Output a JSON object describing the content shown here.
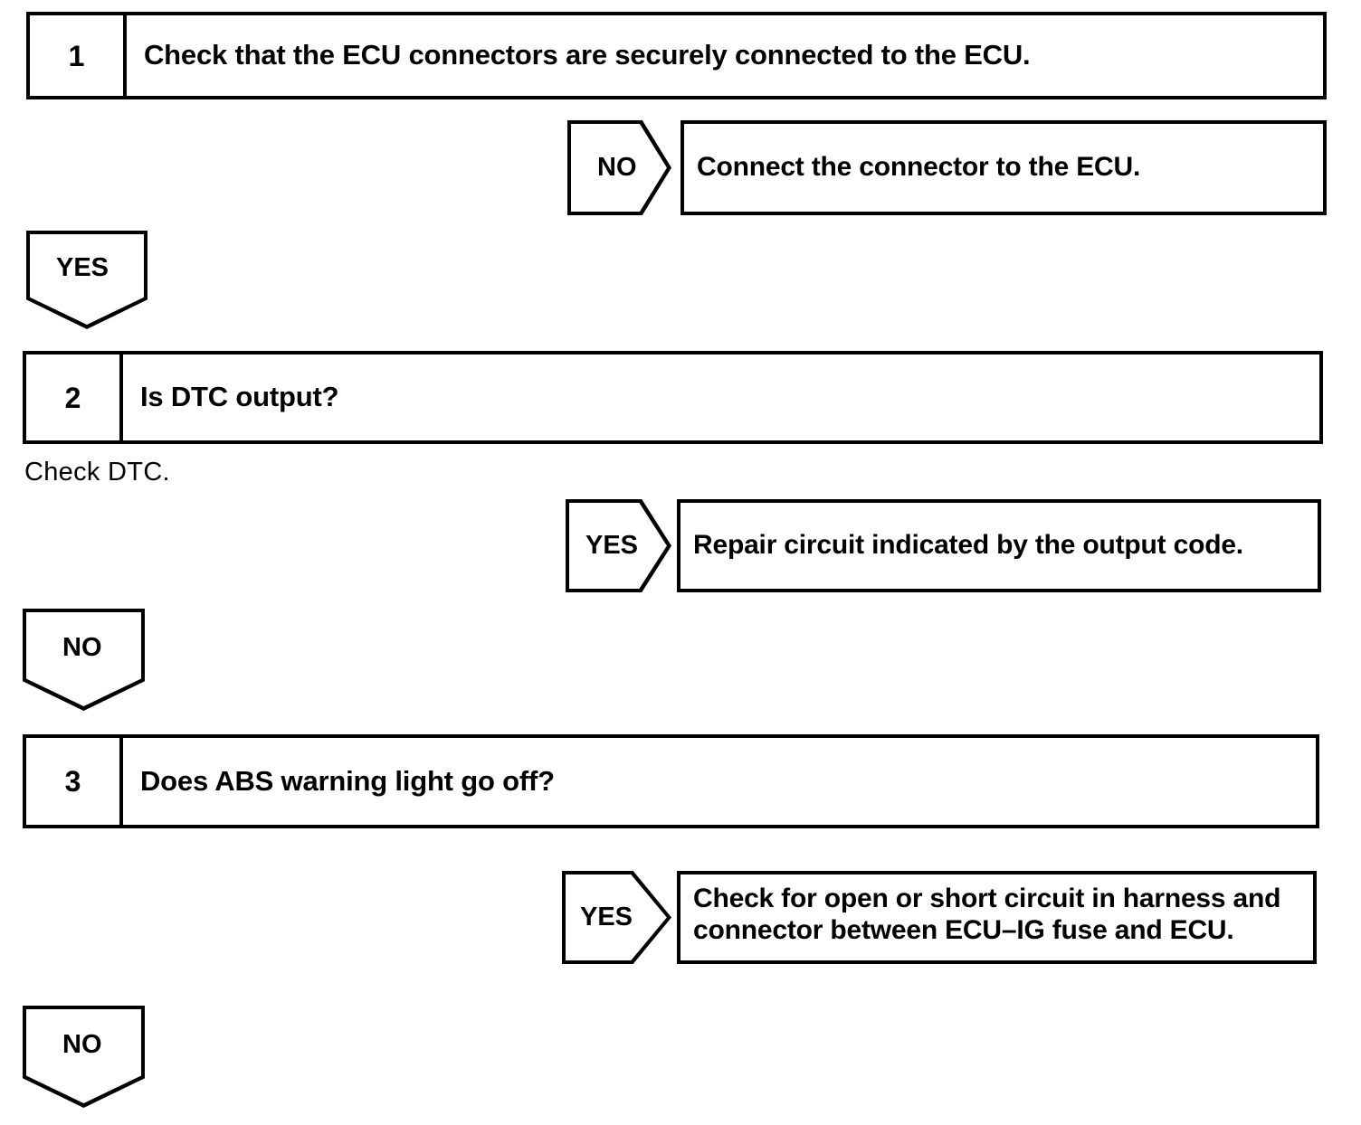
{
  "diagram": {
    "type": "troubleshooting-flowchart",
    "steps": [
      {
        "number": "1",
        "question": "Check that the ECU connectors are securely connected to the ECU.",
        "branch": {
          "answer": "NO",
          "action": "Connect the connector to the ECU."
        },
        "continue": "YES"
      },
      {
        "number": "2",
        "question": "Is DTC output?",
        "note": "Check DTC.",
        "branch": {
          "answer": "YES",
          "action": "Repair circuit indicated by the output code."
        },
        "continue": "NO"
      },
      {
        "number": "3",
        "question": "Does ABS warning light go off?",
        "branch": {
          "answer": "YES",
          "action_line1": "Check for open or short circuit in harness and",
          "action_line2": "connector between ECU–IG fuse and ECU."
        },
        "continue": "NO"
      }
    ]
  },
  "colors": {
    "ink": "#000000",
    "paper": "#ffffff"
  }
}
